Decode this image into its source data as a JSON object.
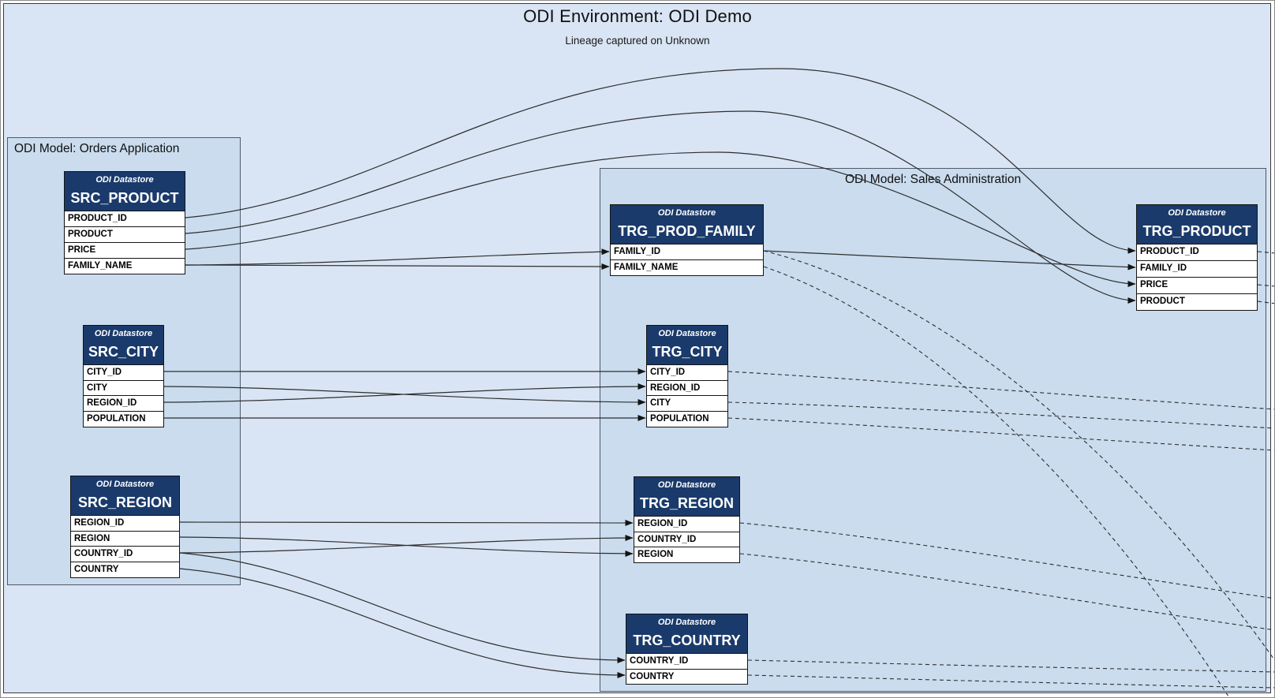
{
  "header": {
    "title": "ODI Environment: ODI Demo",
    "subtitle": "Lineage captured on Unknown"
  },
  "models": [
    {
      "id": "orders",
      "title": "ODI Model: Orders Application",
      "title_align": "left",
      "datastores": [
        {
          "id": "SRC_PRODUCT",
          "type_label": "ODI Datastore",
          "name": "SRC_PRODUCT",
          "fields": [
            "PRODUCT_ID",
            "PRODUCT",
            "PRICE",
            "FAMILY_NAME"
          ]
        },
        {
          "id": "SRC_CITY",
          "type_label": "ODI Datastore",
          "name": "SRC_CITY",
          "fields": [
            "CITY_ID",
            "CITY",
            "REGION_ID",
            "POPULATION"
          ]
        },
        {
          "id": "SRC_REGION",
          "type_label": "ODI Datastore",
          "name": "SRC_REGION",
          "fields": [
            "REGION_ID",
            "REGION",
            "COUNTRY_ID",
            "COUNTRY"
          ]
        }
      ]
    },
    {
      "id": "sales",
      "title": "ODI Model: Sales Administration",
      "title_align": "center",
      "datastores": [
        {
          "id": "TRG_PROD_FAMILY",
          "type_label": "ODI Datastore",
          "name": "TRG_PROD_FAMILY",
          "fields": [
            "FAMILY_ID",
            "FAMILY_NAME"
          ]
        },
        {
          "id": "TRG_CITY",
          "type_label": "ODI Datastore",
          "name": "TRG_CITY",
          "fields": [
            "CITY_ID",
            "REGION_ID",
            "CITY",
            "POPULATION"
          ]
        },
        {
          "id": "TRG_REGION",
          "type_label": "ODI Datastore",
          "name": "TRG_REGION",
          "fields": [
            "REGION_ID",
            "COUNTRY_ID",
            "REGION"
          ]
        },
        {
          "id": "TRG_COUNTRY",
          "type_label": "ODI Datastore",
          "name": "TRG_COUNTRY",
          "fields": [
            "COUNTRY_ID",
            "COUNTRY"
          ]
        },
        {
          "id": "TRG_PRODUCT",
          "type_label": "ODI Datastore",
          "name": "TRG_PRODUCT",
          "fields": [
            "PRODUCT_ID",
            "FAMILY_ID",
            "PRICE",
            "PRODUCT"
          ]
        }
      ]
    }
  ],
  "connections": {
    "edges": [
      {
        "from": "SRC_PRODUCT.PRODUCT_ID",
        "to": "TRG_PRODUCT.PRODUCT_ID",
        "style": "solid"
      },
      {
        "from": "SRC_PRODUCT.PRODUCT",
        "to": "TRG_PRODUCT.PRODUCT",
        "style": "solid"
      },
      {
        "from": "SRC_PRODUCT.PRICE",
        "to": "TRG_PRODUCT.PRICE",
        "style": "solid"
      },
      {
        "from": "SRC_PRODUCT.FAMILY_NAME",
        "to": "TRG_PROD_FAMILY.FAMILY_ID",
        "style": "solid"
      },
      {
        "from": "SRC_PRODUCT.FAMILY_NAME",
        "to": "TRG_PROD_FAMILY.FAMILY_NAME",
        "style": "solid"
      },
      {
        "from": "SRC_CITY.CITY_ID",
        "to": "TRG_CITY.CITY_ID",
        "style": "solid"
      },
      {
        "from": "SRC_CITY.CITY",
        "to": "TRG_CITY.CITY",
        "style": "solid"
      },
      {
        "from": "SRC_CITY.REGION_ID",
        "to": "TRG_CITY.REGION_ID",
        "style": "solid"
      },
      {
        "from": "SRC_CITY.POPULATION",
        "to": "TRG_CITY.POPULATION",
        "style": "solid"
      },
      {
        "from": "SRC_REGION.REGION_ID",
        "to": "TRG_REGION.REGION_ID",
        "style": "solid"
      },
      {
        "from": "SRC_REGION.REGION",
        "to": "TRG_REGION.REGION",
        "style": "solid"
      },
      {
        "from": "SRC_REGION.COUNTRY_ID",
        "to": "TRG_REGION.COUNTRY_ID",
        "style": "solid"
      },
      {
        "from": "SRC_REGION.COUNTRY_ID",
        "to": "TRG_COUNTRY.COUNTRY_ID",
        "style": "solid"
      },
      {
        "from": "SRC_REGION.COUNTRY",
        "to": "TRG_COUNTRY.COUNTRY",
        "style": "solid"
      },
      {
        "from": "TRG_PROD_FAMILY.FAMILY_ID",
        "to": "TRG_PRODUCT.FAMILY_ID",
        "style": "solid"
      },
      {
        "from": "TRG_PROD_FAMILY.FAMILY_ID",
        "to": "offscreen",
        "style": "dashed"
      },
      {
        "from": "TRG_PROD_FAMILY.FAMILY_NAME",
        "to": "offscreen",
        "style": "dashed"
      },
      {
        "from": "TRG_CITY.CITY_ID",
        "to": "offscreen",
        "style": "dashed"
      },
      {
        "from": "TRG_CITY.CITY",
        "to": "offscreen",
        "style": "dashed"
      },
      {
        "from": "TRG_CITY.POPULATION",
        "to": "offscreen",
        "style": "dashed"
      },
      {
        "from": "TRG_REGION.REGION_ID",
        "to": "offscreen",
        "style": "dashed"
      },
      {
        "from": "TRG_REGION.REGION",
        "to": "offscreen",
        "style": "dashed"
      },
      {
        "from": "TRG_COUNTRY.COUNTRY_ID",
        "to": "offscreen",
        "style": "dashed"
      },
      {
        "from": "TRG_COUNTRY.COUNTRY",
        "to": "offscreen",
        "style": "dashed"
      },
      {
        "from": "TRG_PRODUCT.PRODUCT_ID",
        "to": "offscreen",
        "style": "dashed"
      },
      {
        "from": "TRG_PRODUCT.PRICE",
        "to": "offscreen",
        "style": "dashed"
      },
      {
        "from": "TRG_PRODUCT.PRODUCT",
        "to": "offscreen",
        "style": "dashed"
      }
    ]
  },
  "colors": {
    "canvas_bg": "#d9e5f4",
    "model_bg": "#cadcee",
    "datastore_header_bg": "#1a3a6b",
    "row_bg": "#ffffff",
    "line": "#2e2e2e"
  }
}
